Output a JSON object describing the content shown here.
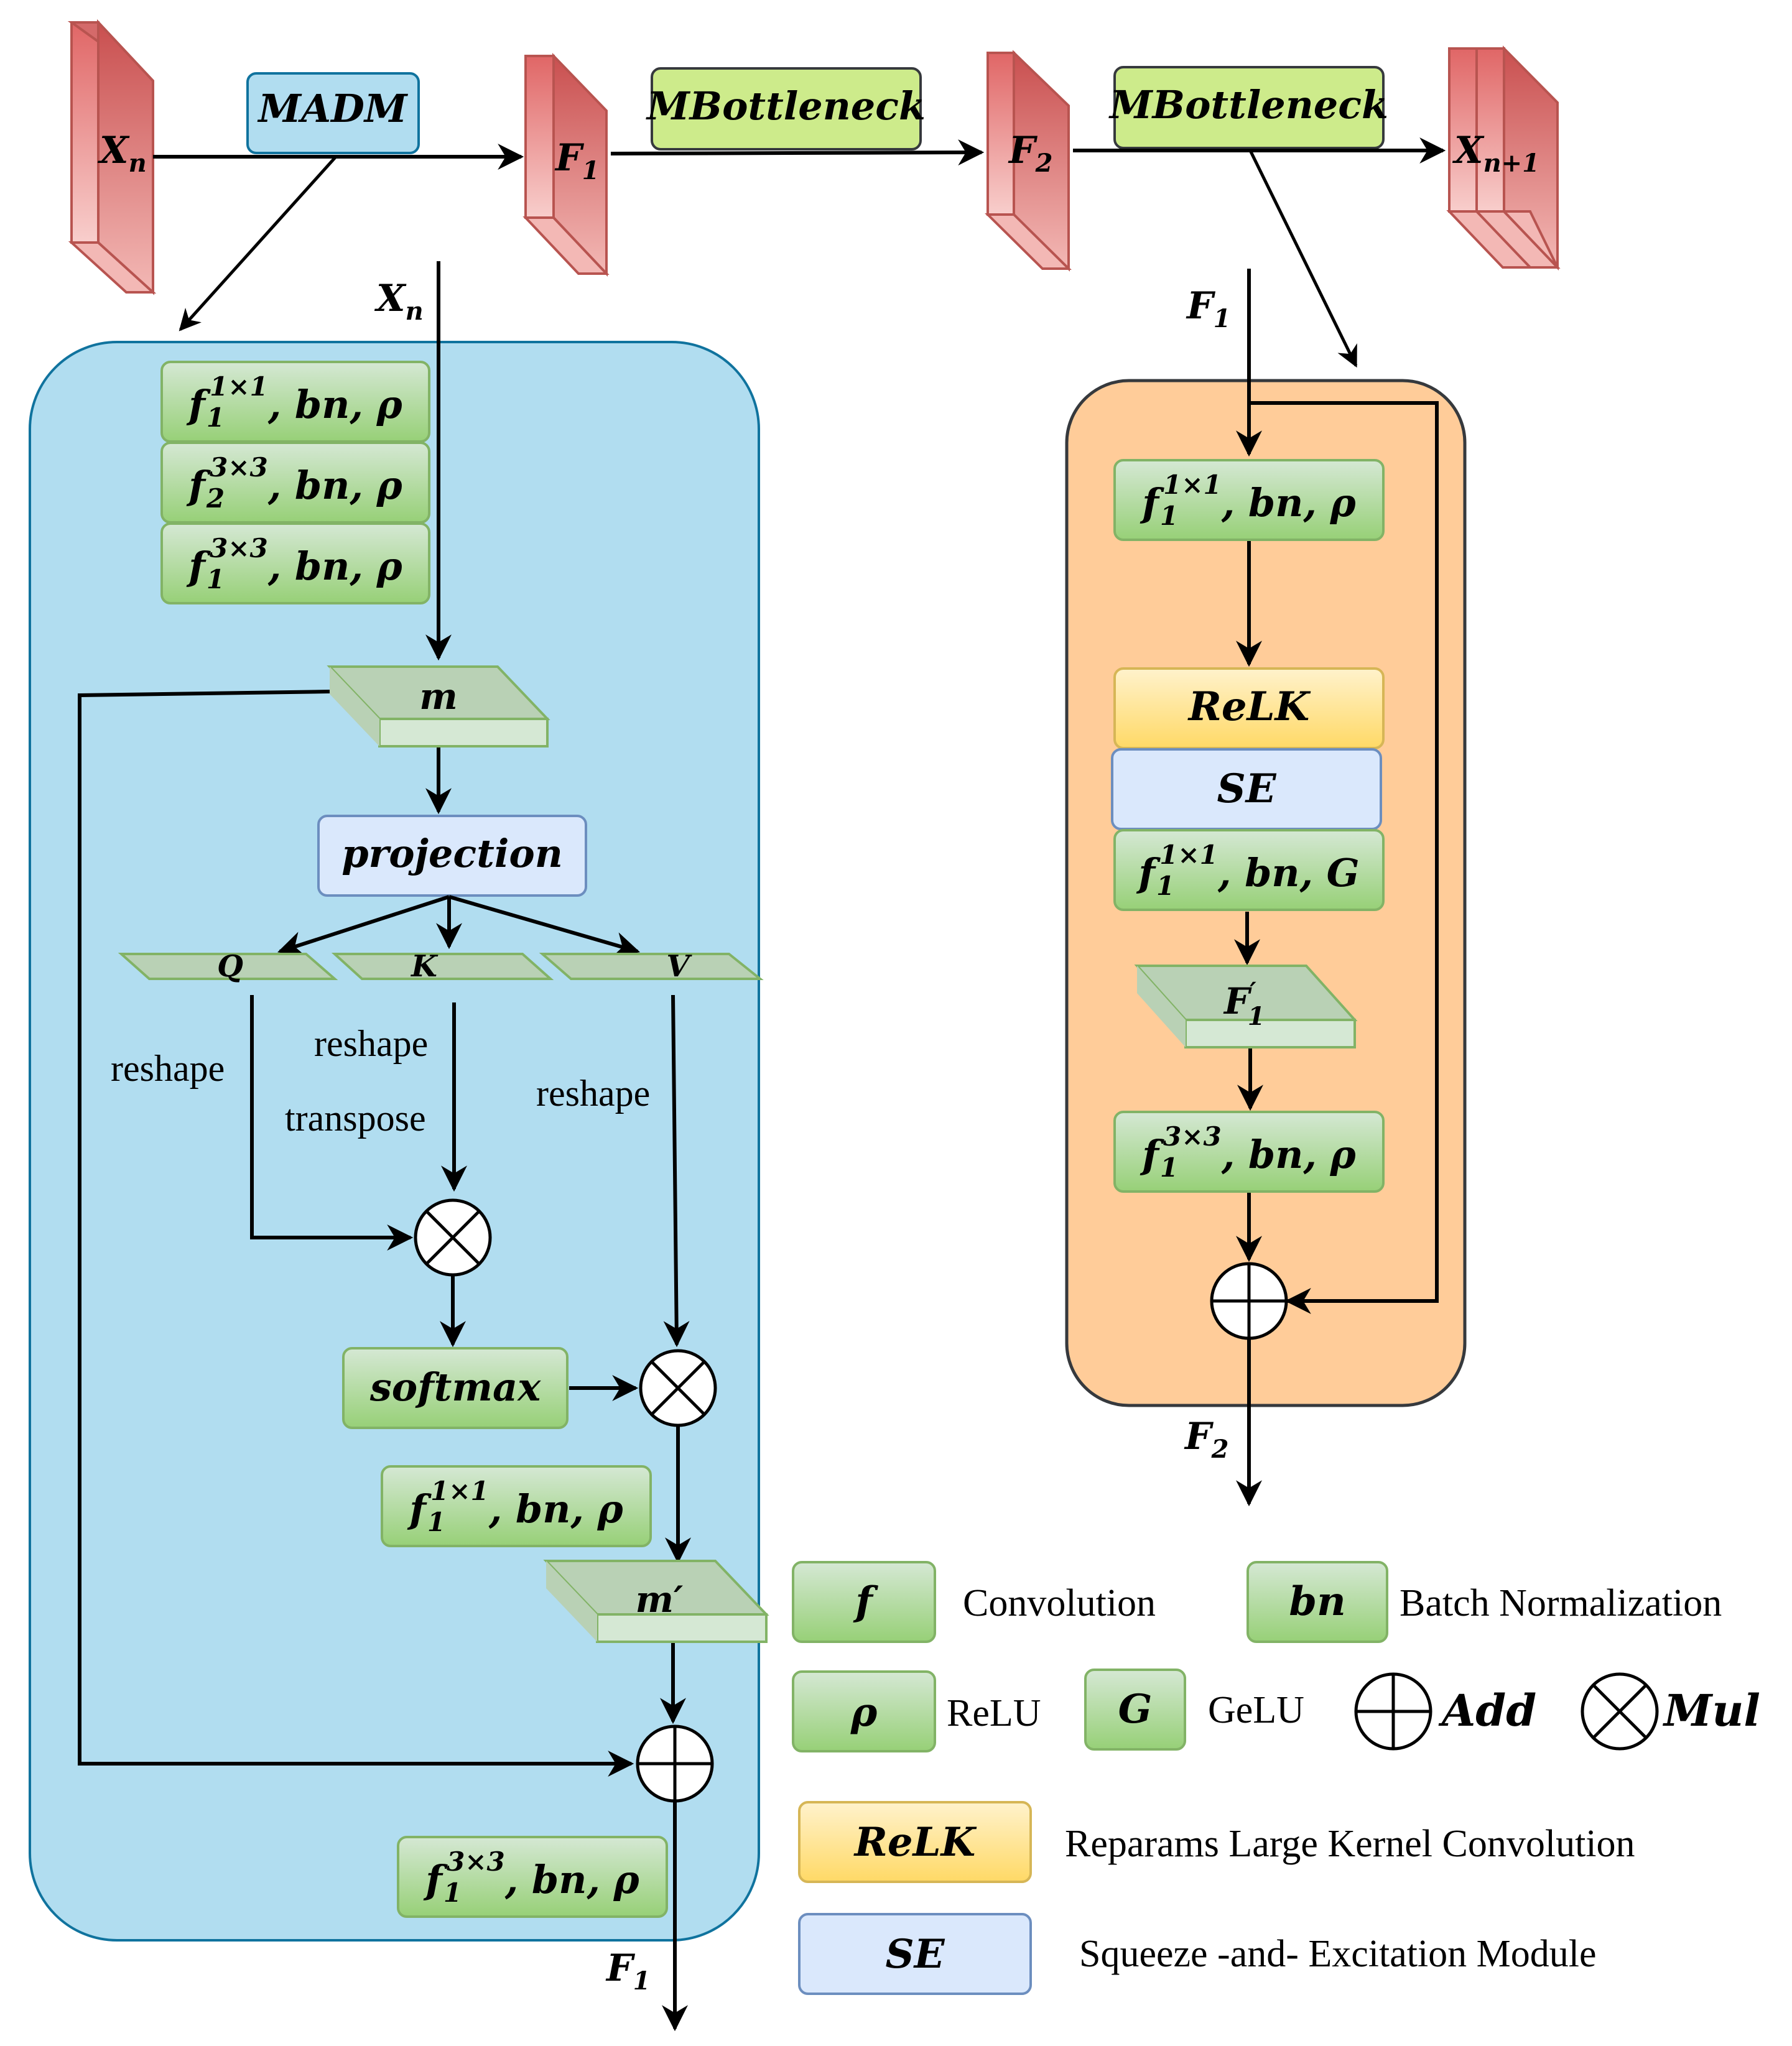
{
  "top_row": {
    "xn": {
      "base": "X",
      "sub": "n"
    },
    "madm": "MADM",
    "f1": {
      "base": "F",
      "sub": "1"
    },
    "mbottleneck_1": "MBottleneck",
    "f2": {
      "base": "F",
      "sub": "2"
    },
    "mbottleneck_2": "MBottleneck",
    "xn1": {
      "base": "X",
      "sub": "n+1"
    }
  },
  "madm_block": {
    "input_label": {
      "base": "X",
      "sub": "n"
    },
    "conv_a": {
      "f": "f",
      "sub": "1",
      "sup": "1×1",
      "rest": ", bn, ρ"
    },
    "conv_b": {
      "f": "f",
      "sub": "2",
      "sup": "3×3",
      "rest": ", bn, ρ"
    },
    "conv_c": {
      "f": "f",
      "sub": "1",
      "sup": "3×3",
      "rest": ", bn, ρ"
    },
    "m": "m",
    "projection": "projection",
    "q": "Q",
    "k": "K",
    "v": "V",
    "reshape_q": "reshape",
    "reshape_k": "reshape",
    "transpose_k": "transpose",
    "reshape_v": "reshape",
    "softmax": "softmax",
    "conv_d": {
      "f": "f",
      "sub": "1",
      "sup": "1×1",
      "rest": ", bn, ρ"
    },
    "m_prime": "m′",
    "conv_e": {
      "f": "f",
      "sub": "1",
      "sup": "3×3",
      "rest": ", bn, ρ"
    },
    "output_label": {
      "base": "F",
      "sub": "1"
    }
  },
  "bottleneck_block": {
    "input_label": {
      "base": "F",
      "sub": "1"
    },
    "conv_a": {
      "f": "f",
      "sub": "1",
      "sup": "1×1",
      "rest": ", bn, ρ"
    },
    "relk": "ReLK",
    "se": "SE",
    "conv_b": {
      "f": "f",
      "sub": "1",
      "sup": "1×1",
      "rest": ", bn, G"
    },
    "f1_prime": {
      "base": "F",
      "sup": "′",
      "sub": "1"
    },
    "conv_c": {
      "f": "f",
      "sub": "1",
      "sup": "3×3",
      "rest": ", bn, ρ"
    },
    "output_label": {
      "base": "F",
      "sub": "2"
    }
  },
  "legend": {
    "f_symbol": "f",
    "f_text": "Convolution",
    "bn_symbol": "bn",
    "bn_text": "Batch Normalization",
    "rho_symbol": "ρ",
    "rho_text": "ReLU",
    "g_symbol": "G",
    "g_text": "GeLU",
    "add_text": "Add",
    "mul_text": "Mul",
    "relk_symbol": "ReLK",
    "relk_text": "Reparams Large Kernel Convolution",
    "se_symbol": "SE",
    "se_text": "Squeeze -and- Excitation Module"
  },
  "colors": {
    "feature_map": "#e05a5a",
    "madm_box": "#b1ddf0",
    "madm_block_bg": "#b1ddf0",
    "bottleneck_box": "#cdeb8b",
    "bottleneck_block_bg": "#ffcc99",
    "conv_green": "#97d077",
    "relk_yellow": "#ffd966",
    "se_blue": "#dae8fc"
  }
}
